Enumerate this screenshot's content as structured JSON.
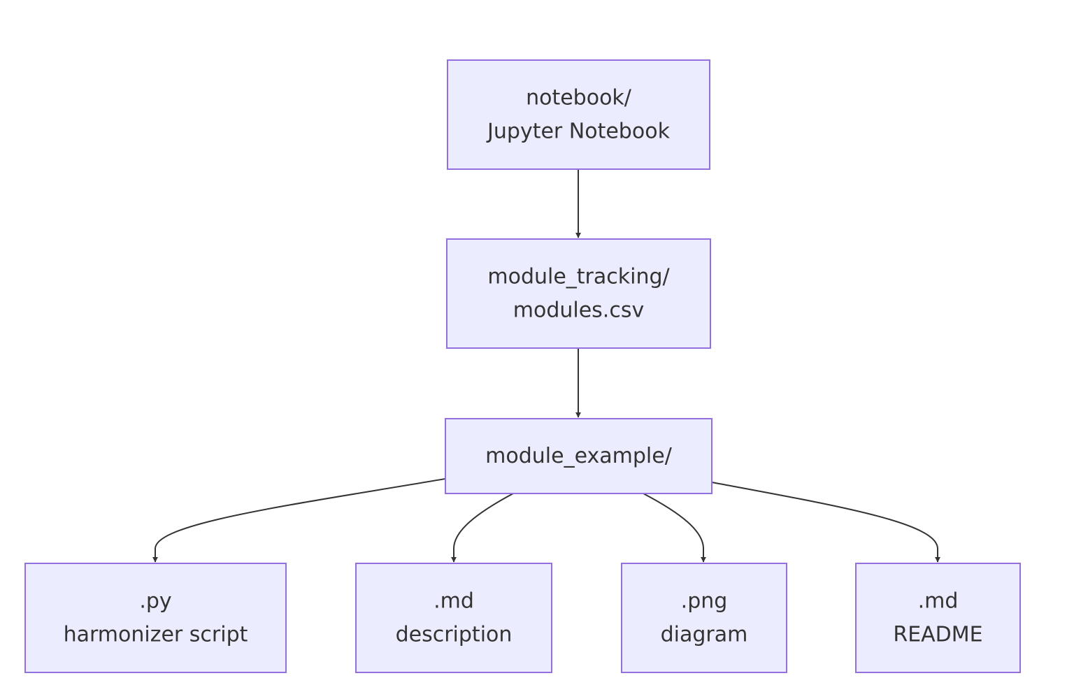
{
  "diagram": {
    "type": "flowchart",
    "direction": "top-down",
    "colors": {
      "node_fill": "#ececff",
      "node_stroke": "#9370db",
      "edge": "#333333",
      "text": "#333333",
      "background": "#ffffff"
    },
    "nodes": [
      {
        "id": "notebook",
        "lines": [
          "notebook/",
          "Jupyter Notebook"
        ]
      },
      {
        "id": "tracking",
        "lines": [
          "module_tracking/",
          "modules.csv"
        ]
      },
      {
        "id": "example",
        "lines": [
          "module_example/"
        ]
      },
      {
        "id": "py",
        "lines": [
          ".py",
          "harmonizer script"
        ]
      },
      {
        "id": "md_desc",
        "lines": [
          ".md",
          "description"
        ]
      },
      {
        "id": "png",
        "lines": [
          ".png",
          "diagram"
        ]
      },
      {
        "id": "md_readme",
        "lines": [
          ".md",
          "README"
        ]
      }
    ],
    "edges": [
      {
        "from": "notebook",
        "to": "tracking"
      },
      {
        "from": "tracking",
        "to": "example"
      },
      {
        "from": "example",
        "to": "py"
      },
      {
        "from": "example",
        "to": "md_desc"
      },
      {
        "from": "example",
        "to": "png"
      },
      {
        "from": "example",
        "to": "md_readme"
      }
    ]
  }
}
